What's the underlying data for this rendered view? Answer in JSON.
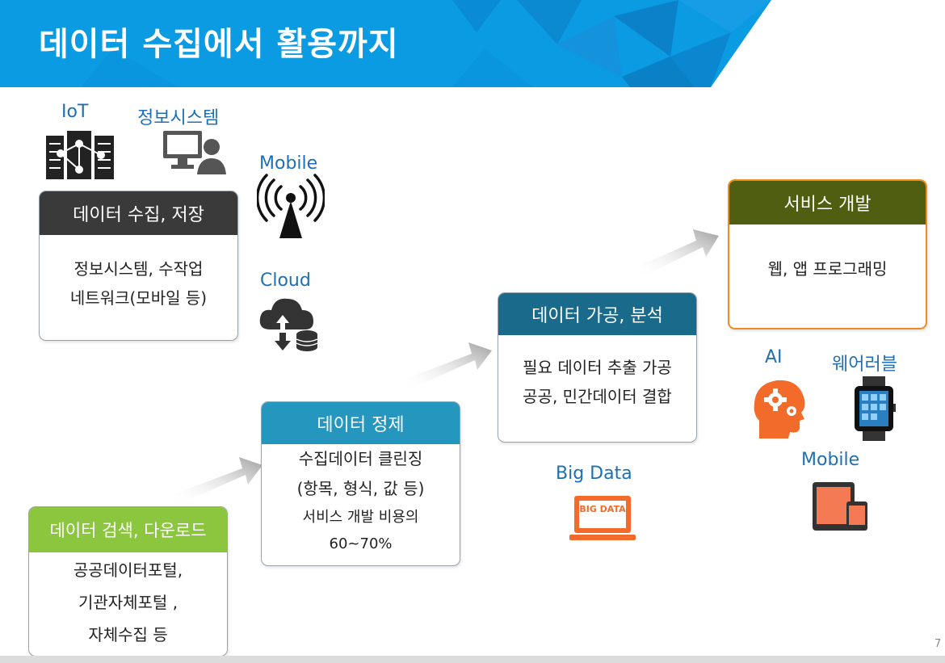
{
  "title": "데이터 수집에서 활용까지",
  "colors": {
    "header_blue": "#0a9be3",
    "collect_head": "#3a3a3a",
    "search_head": "#8cc63f",
    "refine_head": "#2596be",
    "process_head": "#1a6a8c",
    "service_head": "#4f5e10",
    "service_border": "#f08c1e",
    "icon_orange": "#f26b2b",
    "label_blue": "#1f6fb5"
  },
  "labels": {
    "iot": "IoT",
    "info_system": "정보시스템",
    "mobile_source": "Mobile",
    "cloud": "Cloud",
    "big_data": "Big Data",
    "ai": "AI",
    "wearable": "웨어러블",
    "mobile_target": "Mobile"
  },
  "icons": {
    "server": "server-rack-icon",
    "computer": "computer-user-icon",
    "antenna": "wireless-antenna-icon",
    "cloud": "cloud-database-icon",
    "big_data": "big-data-laptop-icon",
    "big_data_text": "BIG DATA",
    "ai": "brain-gear-icon",
    "watch": "smartwatch-icon",
    "tablet": "tablet-phone-icon"
  },
  "boxes": {
    "collect": {
      "head": "데이터 수집, 저장",
      "lines": [
        "정보시스템, 수작업",
        "네트워크(모바일 등)"
      ]
    },
    "search": {
      "head": "데이터 검색, 다운로드",
      "lines": [
        "공공데이터포털,",
        "기관자체포털 ,",
        "자체수집 등"
      ]
    },
    "refine": {
      "head": "데이터 정제",
      "lines": [
        "수집데이터 클린징",
        "(항목, 형식, 값 등)",
        "서비스 개발 비용의",
        "60~70%"
      ]
    },
    "process": {
      "head": "데이터 가공, 분석",
      "lines": [
        "필요 데이터 추출 가공",
        "공공, 민간데이터 결합"
      ]
    },
    "service": {
      "head": "서비스 개발",
      "lines": [
        "웹, 앱 프로그래밍"
      ]
    }
  },
  "page_number": "7"
}
